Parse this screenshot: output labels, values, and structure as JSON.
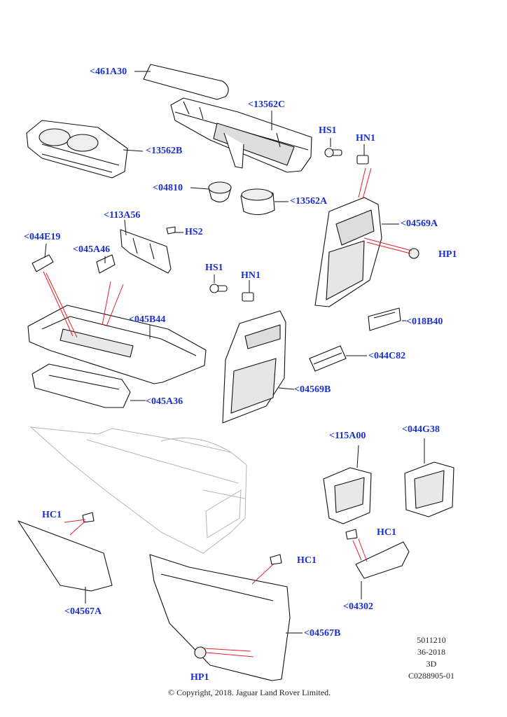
{
  "callouts": {
    "c461A30": "<461A30",
    "c13562C": "<13562C",
    "c13562B": "<13562B",
    "c04810": "<04810",
    "c13562A": "<13562A",
    "c04569A": "<04569A",
    "c113A56": "<113A56",
    "c044E19": "<044E19",
    "c045A46": "<045A46",
    "c045B44": "<045B44",
    "c045A36": "<045A36",
    "c04569B": "<04569B",
    "c018B40": "<018B40",
    "c044C82": "<044C82",
    "c115A00": "<115A00",
    "c044G38": "<044G38",
    "c04567A": "<04567A",
    "c04567B": "<04567B",
    "c04302": "<04302"
  },
  "fasteners": {
    "hs1_top": "HS1",
    "hn1_top": "HN1",
    "hs2": "HS2",
    "hp1_right": "HP1",
    "hs1_mid": "HS1",
    "hn1_mid": "HN1",
    "hc1_left": "HC1",
    "hc1_center": "HC1",
    "hc1_right": "HC1",
    "hp1_bottom": "HP1"
  },
  "info_block": {
    "line1": "5011210",
    "line2": "36-2018",
    "line3": "3D",
    "line4": "C0288905-01"
  },
  "copyright": "© Copyright, 2018. Jaguar Land Rover Limited.",
  "colors": {
    "callout": "#1a2fd0",
    "leader_red": "#e0202a",
    "part_line": "#111111",
    "ghost_line": "#b4b4b4"
  }
}
